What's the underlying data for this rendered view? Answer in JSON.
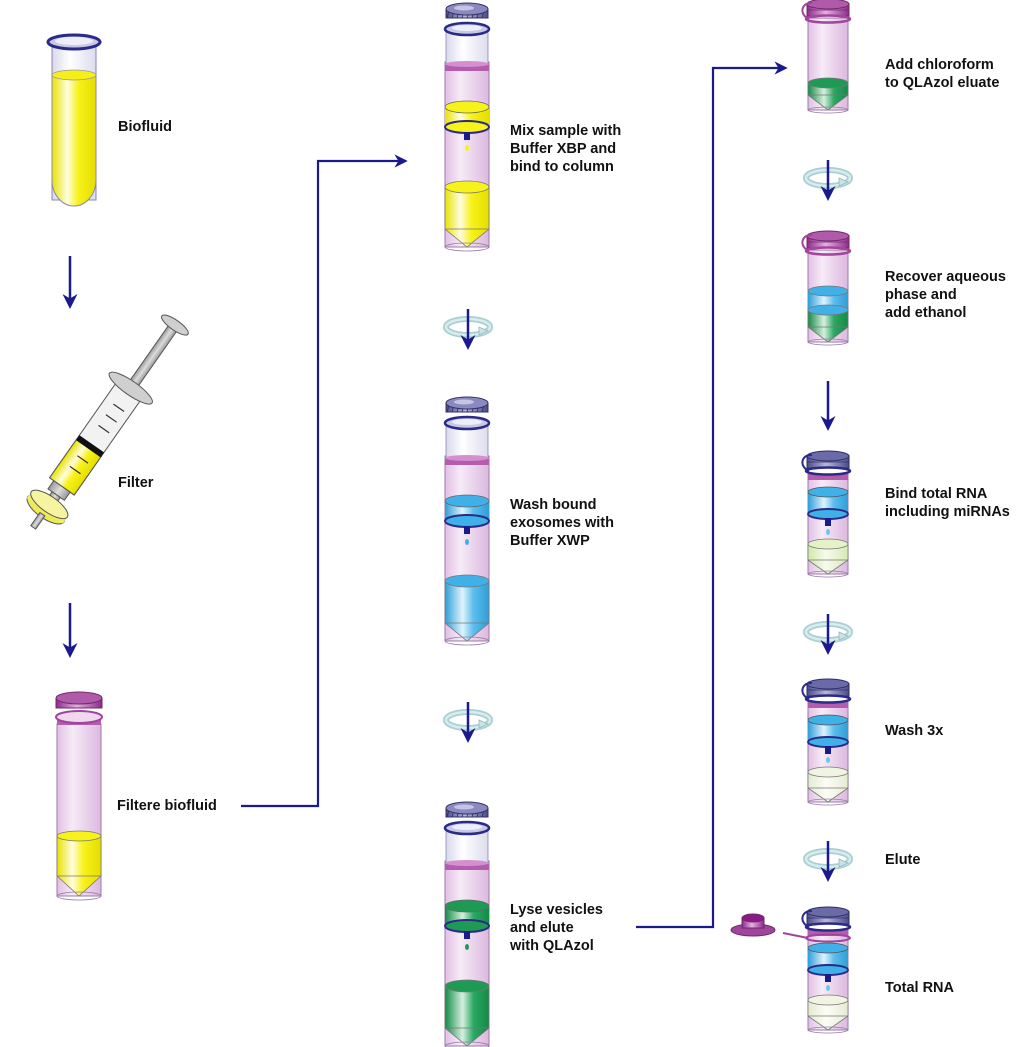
{
  "title": "Exosomal RNA isolation workflow",
  "colors": {
    "arrow": "#1a1a8c",
    "text": "#111111",
    "tube_glass": "#e8ccea",
    "tube_glass_clear": "#e6e6f4",
    "cap_blue": "#6a6aa8",
    "cap_magenta": "#a0449c",
    "spin_ring": "#b7d6d8",
    "liquid_yellow": "#f7f21a",
    "liquid_blue": "#3fb0e8",
    "liquid_green": "#1f9a55",
    "liquid_pale_green": "#e3f3c6",
    "liquid_cream": "#f1f4e2"
  },
  "steps": [
    {
      "id": "biofluid",
      "label": "Biofluid",
      "graphic": "test-tube",
      "liquid": "yellow"
    },
    {
      "id": "filter",
      "label": "Filter",
      "graphic": "syringe-with-filter",
      "liquid": "yellow"
    },
    {
      "id": "filtered",
      "label": "Filtere biofluid",
      "graphic": "collection-tube",
      "liquid": "yellow"
    },
    {
      "id": "bind",
      "label": "Mix sample with\nBuffer XBP and\nbind to column",
      "graphic": "spin-column",
      "liquid": "yellow"
    },
    {
      "id": "wash",
      "label": "Wash bound\nexosomes with\nBuffer XWP",
      "graphic": "spin-column",
      "liquid": "blue"
    },
    {
      "id": "lyse",
      "label": "Lyse vesicles\nand elute\nwith QLAzol",
      "graphic": "spin-column",
      "liquid": "green"
    },
    {
      "id": "chloroform",
      "label": "Add chloroform\nto QLAzol eluate",
      "graphic": "microtube",
      "liquid": "green"
    },
    {
      "id": "recover",
      "label": "Recover aqueous\nphase and\nadd ethanol",
      "graphic": "microtube-two-phase",
      "liquid": "blue-over-green"
    },
    {
      "id": "bindrna",
      "label": "Bind total RNA\nincluding miRNAs",
      "graphic": "mini-column",
      "liquid": "pale-green"
    },
    {
      "id": "wash3x",
      "label": "Wash 3x",
      "graphic": "mini-column",
      "liquid": "cream"
    },
    {
      "id": "elute",
      "label": "Elute",
      "graphic": "spin-symbol"
    },
    {
      "id": "totalrna",
      "label": "Total RNA",
      "graphic": "mini-column-with-cap",
      "liquid": "cream"
    }
  ],
  "connectors": [
    {
      "from": "biofluid",
      "to": "filter",
      "type": "down-arrow"
    },
    {
      "from": "filter",
      "to": "filtered",
      "type": "down-arrow"
    },
    {
      "from": "filtered",
      "to": "bind",
      "type": "elbow-arrow"
    },
    {
      "from": "bind",
      "to": "wash",
      "type": "centrifuge"
    },
    {
      "from": "wash",
      "to": "lyse",
      "type": "centrifuge"
    },
    {
      "from": "lyse",
      "to": "chloroform",
      "type": "elbow-arrow"
    },
    {
      "from": "chloroform",
      "to": "recover",
      "type": "centrifuge"
    },
    {
      "from": "recover",
      "to": "bindrna",
      "type": "down-arrow"
    },
    {
      "from": "bindrna",
      "to": "wash3x",
      "type": "centrifuge"
    },
    {
      "from": "wash3x",
      "to": "totalrna",
      "type": "centrifuge"
    }
  ]
}
